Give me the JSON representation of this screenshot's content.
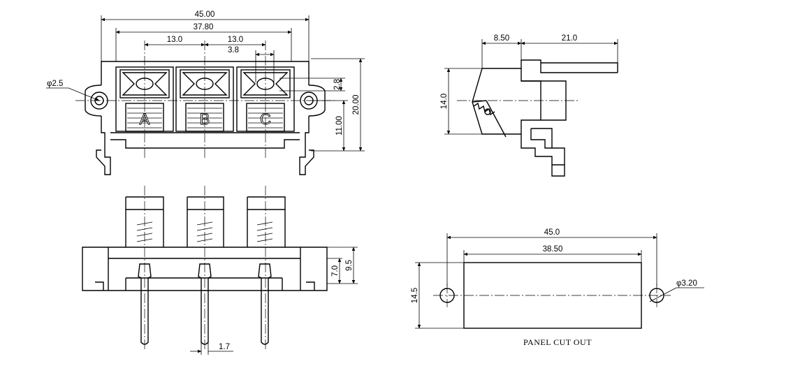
{
  "front_view": {
    "overall_width": "45.00",
    "hole_pitch": "37.80",
    "pitch_ab": "13.0",
    "pitch_bc": "13.0",
    "slot_width": "3.8",
    "slot_height": "2.8",
    "hole_diameter": "φ2.5",
    "overall_height": "20.00",
    "lower_height": "11.00",
    "terminals": [
      "A",
      "B",
      "C"
    ]
  },
  "side_view": {
    "depth_front": "8.50",
    "depth_rear": "21.0",
    "height": "14.0"
  },
  "bottom_view": {
    "height_inner": "7.0",
    "height_outer": "9.5",
    "pin_width": "1.7"
  },
  "panel_cut_out": {
    "hole_pitch": "45.0",
    "cutout_width": "38.50",
    "cutout_height": "14.5",
    "hole_diameter": "φ3.20",
    "caption": "PANEL CUT OUT"
  }
}
